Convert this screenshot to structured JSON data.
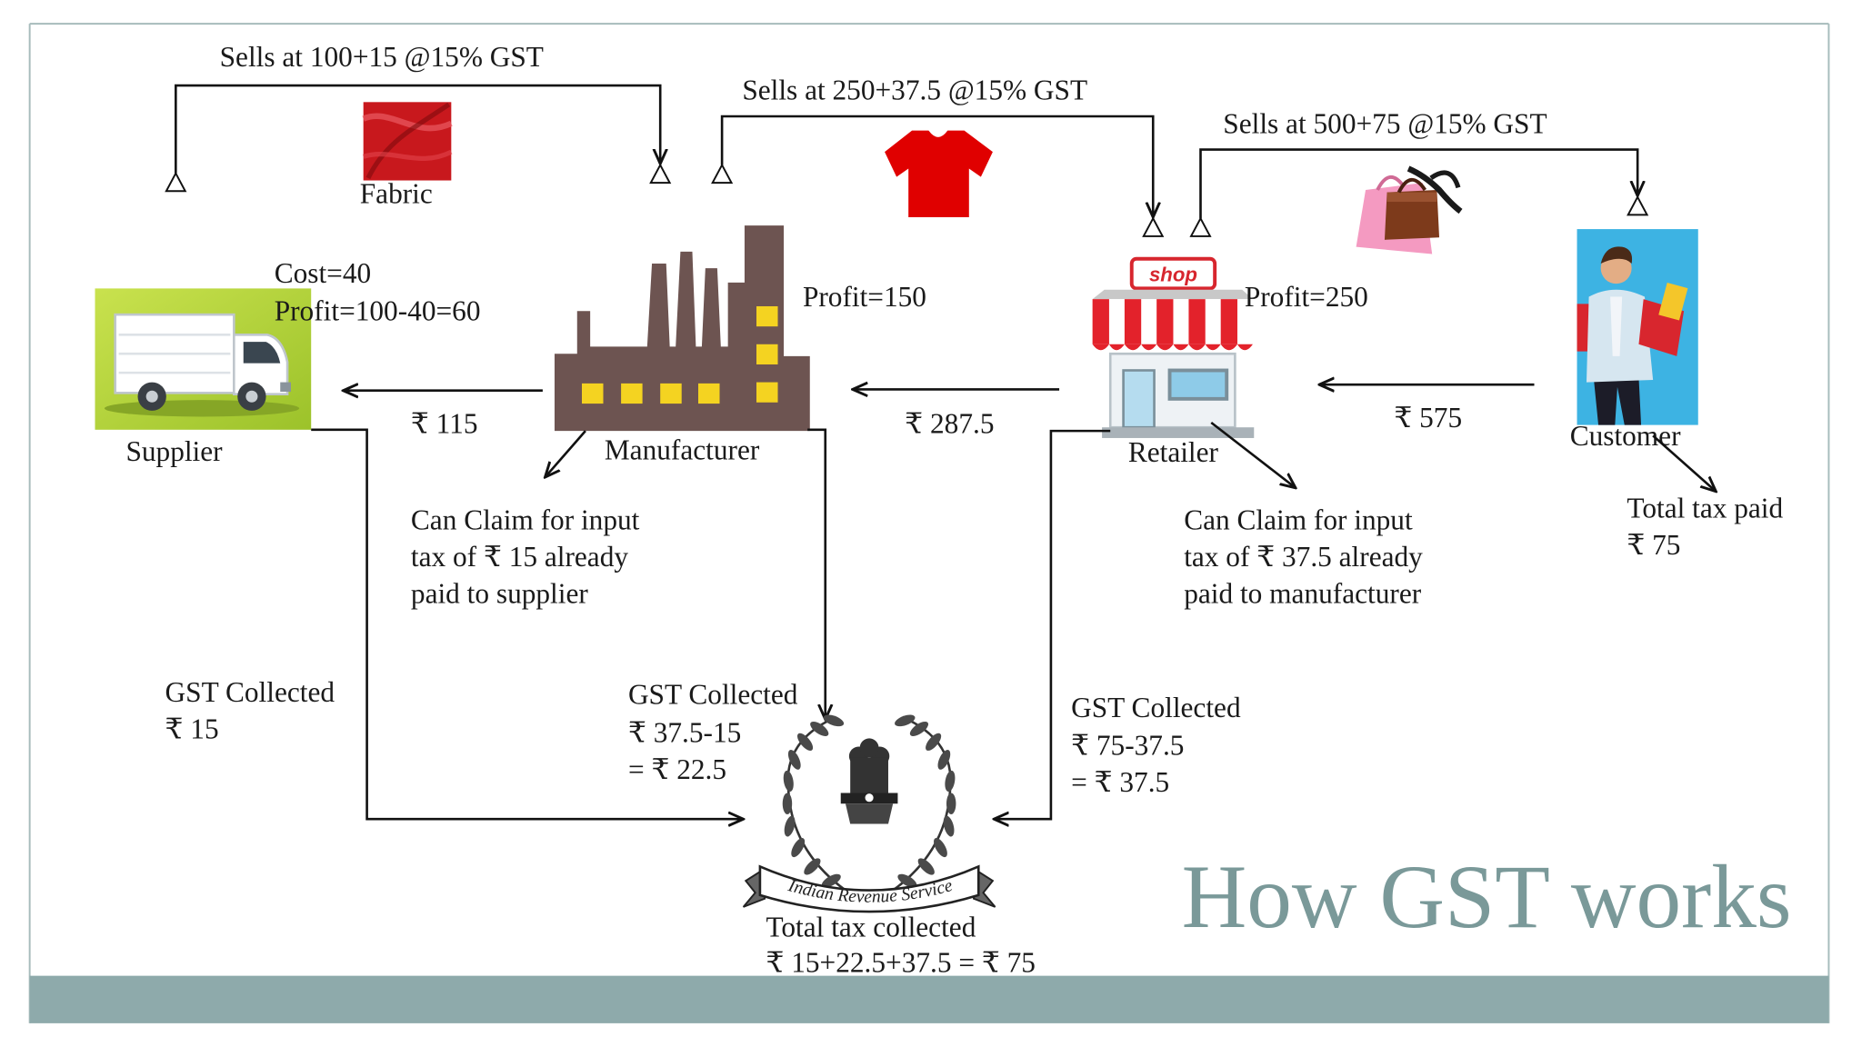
{
  "slide": {
    "title": "How GST works"
  },
  "colors": {
    "title": "#7a9999",
    "footer_band": "#8eaaab",
    "frame": "#a7bcbc",
    "fabric": "#c8181d",
    "tshirt": "#e00000",
    "factory": "#6d5451",
    "factory_windows": "#f4d321",
    "supplier_bg": "#b5d63a",
    "shop_awning": "#e3222b",
    "customer_bg": "#3db3e3"
  },
  "sales": [
    {
      "label": "Sells at 100+15 @15% GST",
      "goods": "Fabric",
      "goods_icon": "fabric-icon"
    },
    {
      "label": "Sells at 250+37.5 @15% GST",
      "goods_icon": "tshirt-icon"
    },
    {
      "label": "Sells at 500+75 @15% GST",
      "goods_icon": "shopping-bags-icon"
    }
  ],
  "payments": [
    "₹ 115",
    "₹ 287.5",
    "₹ 575"
  ],
  "supplier": {
    "label": "Supplier",
    "icon": "delivery-truck-icon",
    "cost": "Cost=40",
    "profit": "Profit=100-40=60",
    "gst_collected": [
      "GST Collected",
      "₹ 15"
    ]
  },
  "manufacturer": {
    "label": "Manufacturer",
    "icon": "factory-icon",
    "profit": "Profit=150",
    "input_claim": [
      "Can Claim for input",
      "tax of ₹ 15 already",
      "paid to supplier"
    ],
    "gst_collected": [
      "GST Collected",
      "₹ 37.5-15",
      "= ₹ 22.5"
    ]
  },
  "retailer": {
    "label": "Retailer",
    "icon": "shop-icon",
    "sign": "shop",
    "profit": "Profit=250",
    "input_claim": [
      "Can Claim for input",
      "tax of ₹ 37.5 already",
      "paid to manufacturer"
    ],
    "gst_collected": [
      "GST Collected",
      "₹ 75-37.5",
      "= ₹ 37.5"
    ]
  },
  "customer": {
    "label": "Customer",
    "icon": "shopper-icon",
    "tax_paid": [
      "Total tax paid",
      "₹ 75"
    ]
  },
  "government": {
    "emblem_icon": "indian-revenue-service-emblem",
    "emblem_text": "Indian Revenue Service",
    "total_collected": [
      "Total tax collected",
      "₹ 15+22.5+37.5 = ₹ 75"
    ]
  }
}
